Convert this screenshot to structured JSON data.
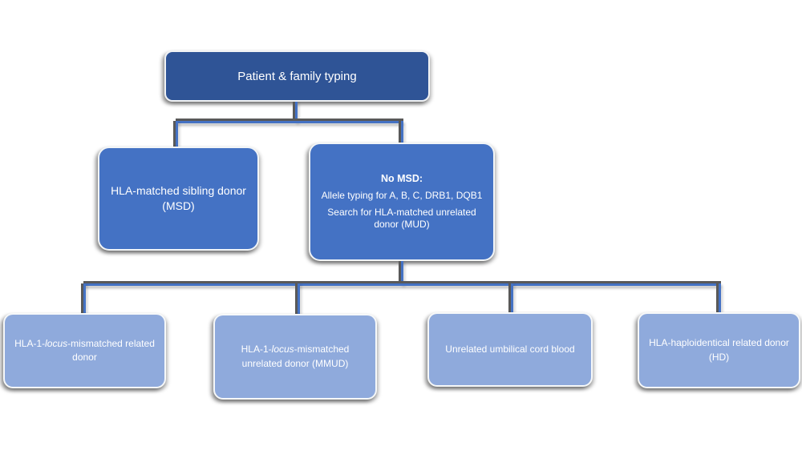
{
  "colors": {
    "background": "#ffffff",
    "level1_fill": "#2f5496",
    "level2_fill": "#4472c4",
    "level3_fill": "#8faadc",
    "connector": "#4472c4",
    "connector_shadow": "#595959",
    "text": "#ffffff"
  },
  "nodes": {
    "root": {
      "label": "Patient & family typing"
    },
    "msd": {
      "label": "HLA-matched sibling donor (MSD)"
    },
    "no_msd": {
      "heading": "No MSD:",
      "line1": "Allele typing for A, B, C, DRB1, DQB1",
      "line2": "Search for HLA-matched unrelated donor (MUD)"
    },
    "leaf1": {
      "prefix": "HLA-1-",
      "italic": "locus",
      "suffix": "-mismatched related donor"
    },
    "leaf2": {
      "prefix": "HLA-1-",
      "italic": "locus",
      "suffix": "-mismatched unrelated donor (MMUD)"
    },
    "leaf3": {
      "label": "Unrelated umbilical cord blood"
    },
    "leaf4": {
      "label": "HLA-haploidentical related donor (HD)"
    }
  }
}
